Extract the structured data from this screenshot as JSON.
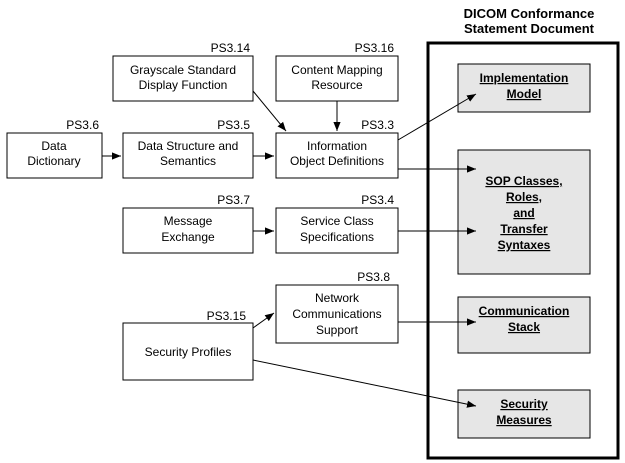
{
  "header": {
    "line1": "DICOM Conformance",
    "line2": "Statement Document"
  },
  "parts": {
    "ps314": {
      "tag": "PS3.14",
      "lines": [
        "Grayscale Standard",
        "Display Function"
      ]
    },
    "ps316": {
      "tag": "PS3.16",
      "lines": [
        "Content Mapping",
        "Resource"
      ]
    },
    "ps36": {
      "tag": "PS3.6",
      "lines": [
        "Data",
        "Dictionary"
      ]
    },
    "ps35": {
      "tag": "PS3.5",
      "lines": [
        "Data Structure and",
        "Semantics"
      ]
    },
    "ps33": {
      "tag": "PS3.3",
      "lines": [
        "Information",
        "Object Definitions"
      ]
    },
    "ps37": {
      "tag": "PS3.7",
      "lines": [
        "Message",
        "Exchange"
      ]
    },
    "ps34": {
      "tag": "PS3.4",
      "lines": [
        "Service Class",
        "Specifications"
      ]
    },
    "ps38": {
      "tag": "PS3.8",
      "lines": [
        "Network",
        "Communications",
        "Support"
      ]
    },
    "ps315": {
      "tag": "PS3.15",
      "lines": [
        "Security Profiles"
      ]
    }
  },
  "outputs": {
    "impl": {
      "lines": [
        "Implementation",
        "Model"
      ]
    },
    "sop": {
      "lines": [
        "SOP Classes,",
        "Roles,",
        "and",
        "Transfer",
        "Syntaxes"
      ]
    },
    "comm": {
      "lines": [
        "Communication",
        "Stack"
      ]
    },
    "sec": {
      "lines": [
        "Security",
        "Measures"
      ]
    }
  },
  "colors": {
    "output_fill": "#e6e6e6",
    "stroke": "#000000"
  }
}
